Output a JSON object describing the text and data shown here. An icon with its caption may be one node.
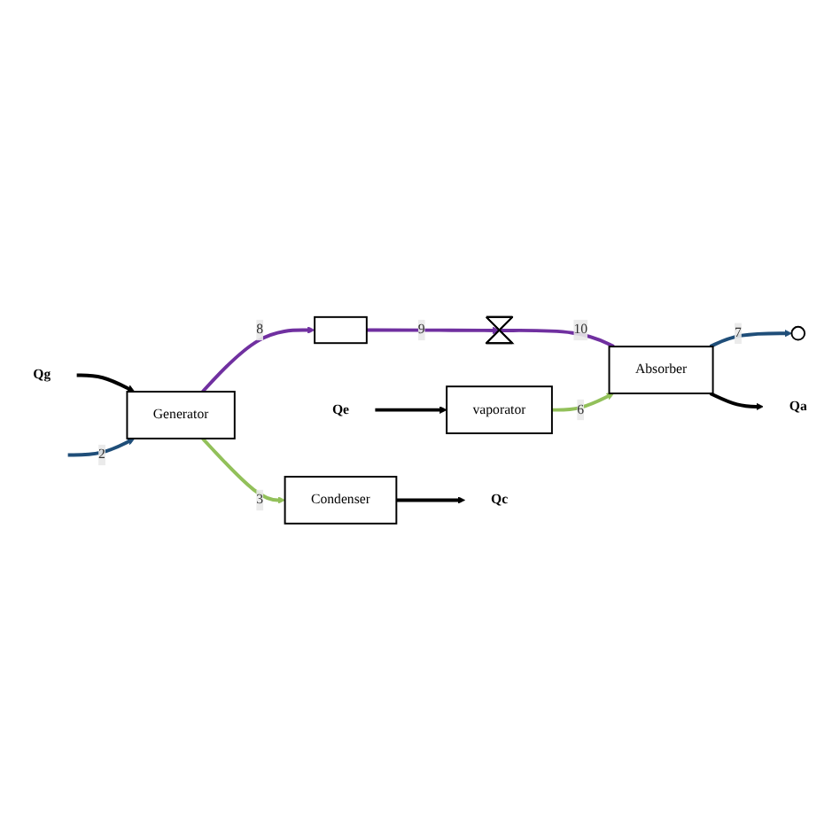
{
  "diagram": {
    "nodes": [
      {
        "text": [
          "Condenser"
        ]
      },
      {
        "text": [
          "Generator"
        ]
      },
      {
        "text": [],
        "shape": "box"
      },
      {
        "text": [],
        "shape": "valve"
      },
      {
        "text": [
          "vaporator"
        ]
      },
      {
        "text": [
          "Absorber"
        ]
      },
      {
        "text": [],
        "shape": "circle"
      },
      {
        "text": [
          "Qc"
        ]
      },
      {
        "text": [
          "Qg"
        ]
      },
      {
        "text": [
          "Qe"
        ]
      },
      {
        "text": [
          "Qa"
        ]
      }
    ],
    "edges": [
      {
        "from": 0,
        "to": 7,
        "arrow": "to"
      },
      {
        "from": 8,
        "to": 1,
        "arrow": "to"
      },
      {
        "from": 1,
        "to": 0,
        "arrow": "to",
        "label": "3",
        "color": "#92c05a"
      },
      {
        "from": null,
        "to": 1,
        "arrow": "to",
        "label": "2",
        "color": "#1f4e79"
      },
      {
        "from": 1,
        "to": 2,
        "arrow": "to",
        "label": "8",
        "color": "#7030a0"
      },
      {
        "from": 2,
        "to": 3,
        "arrow": "to",
        "label": "9",
        "color": "#7030a0"
      },
      {
        "from": 3,
        "to": 5,
        "arrow": "none",
        "label": "10",
        "color": "#7030a0"
      },
      {
        "from": 4,
        "to": 5,
        "arrow": "to",
        "label": "6",
        "color": "#92c05a"
      },
      {
        "from": 5,
        "to": 6,
        "arrow": "to",
        "label": "7",
        "color": "#1f4e79"
      },
      {
        "from": 9,
        "to": 4,
        "arrow": "to"
      },
      {
        "from": 5,
        "to": 10,
        "arrow": "to"
      }
    ]
  }
}
